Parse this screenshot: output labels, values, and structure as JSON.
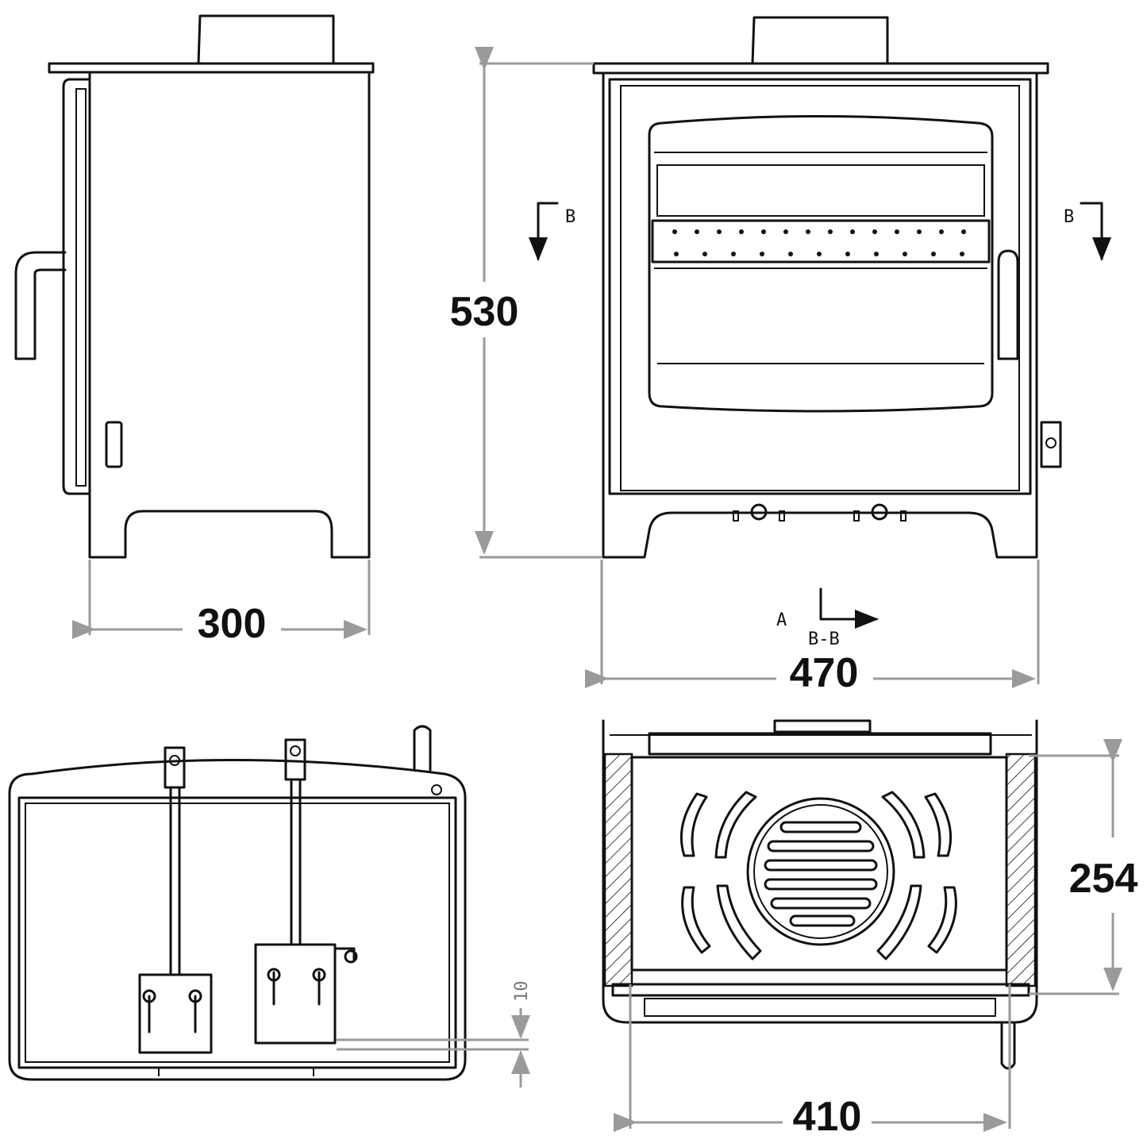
{
  "dimensions": {
    "side_width": "300",
    "front_height": "530",
    "front_width": "470",
    "section_depth": "254",
    "section_width": "410",
    "plan_offset": "10"
  },
  "section_marks": {
    "left_mark": "B",
    "right_mark": "B",
    "view_letter": "A",
    "section_name": "B-B"
  },
  "colors": {
    "line": "#111111",
    "dimension_line": "#9a9a9a",
    "background": "#ffffff"
  }
}
